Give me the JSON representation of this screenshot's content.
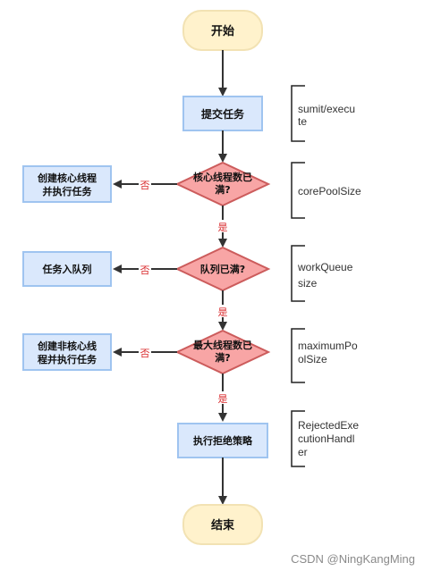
{
  "diagram": {
    "start": "开始",
    "submit": "提交任务",
    "core_question": [
      "核心线程数已",
      "满?"
    ],
    "create_core": [
      "创建核心线程",
      "并执行任务"
    ],
    "queue_question": "队列已满?",
    "enqueue": "任务入队列",
    "max_question": [
      "最大线程数已",
      "满?"
    ],
    "create_noncore": [
      "创建非核心线",
      "程并执行任务"
    ],
    "reject": "执行拒绝策略",
    "end": "结束",
    "no_label": "否",
    "yes_label": "是",
    "notes": {
      "submit": [
        "sumit/execu",
        "te"
      ],
      "core": [
        "corePoolSize"
      ],
      "queue": [
        "workQueue",
        "size"
      ],
      "max": [
        "maximumPo",
        "olSize"
      ],
      "reject": [
        "RejectedExe",
        "cutionHandl",
        "er"
      ]
    },
    "watermark": "CSDN @NingKangMing"
  },
  "colors": {
    "terminal_fill": "#fff2cc",
    "terminal_stroke": "#f2e2b3",
    "process_fill": "#dae8fc",
    "process_stroke": "#9fc4f0",
    "decision_fill": "#f8a5a5",
    "decision_stroke": "#cc5c5c",
    "arrow": "#333333",
    "no_yes_label": "#d9282b"
  }
}
